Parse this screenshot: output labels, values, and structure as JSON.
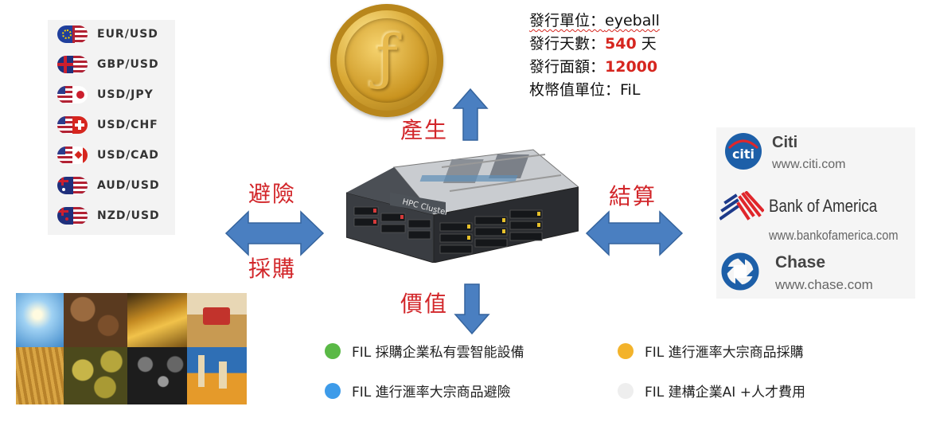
{
  "currencies": [
    {
      "pair": "EUR/USD",
      "icon": "eu-us-flag-icon"
    },
    {
      "pair": "GBP/USD",
      "icon": "uk-us-flag-icon"
    },
    {
      "pair": "USD/JPY",
      "icon": "us-jp-flag-icon"
    },
    {
      "pair": "USD/CHF",
      "icon": "us-ch-flag-icon"
    },
    {
      "pair": "USD/CAD",
      "icon": "us-ca-flag-icon"
    },
    {
      "pair": "AUD/USD",
      "icon": "au-us-flag-icon"
    },
    {
      "pair": "NZD/USD",
      "icon": "nz-us-flag-icon"
    }
  ],
  "coin": {
    "icon": "gold-coin-icon"
  },
  "coin_info": {
    "issuer_label": "發行單位：",
    "issuer_value": "eyeball",
    "days_label": "發行天數：",
    "days_value": "540",
    "days_unit": " 天",
    "amount_label": "發行面額：",
    "amount_value": "12000",
    "unit_label": "枚幣值單位：",
    "unit_value": "FiL"
  },
  "labels": {
    "produce": "產生",
    "hedge": "避險",
    "purchase": "採購",
    "settle": "結算",
    "value": "價值"
  },
  "server": {
    "brand_text": "HPC Cluster",
    "icon": "server-rack-icon"
  },
  "banks": [
    {
      "name": "Citi",
      "url": "www.citi.com",
      "icon": "citi-logo-icon"
    },
    {
      "name": "Bank of America",
      "url": "www.bankofamerica.com",
      "icon": "bank-of-america-logo-icon"
    },
    {
      "name": "Chase",
      "url": "www.chase.com",
      "icon": "chase-logo-icon"
    }
  ],
  "commodities": {
    "icon": "commodities-photo-grid"
  },
  "bullets": [
    {
      "text": "FIL 採購企業私有雲智能設備",
      "color": "#5ab946"
    },
    {
      "text": "FIL 進行滙率大宗商品採購",
      "color": "#f3b32b"
    },
    {
      "text": "FIL 進行滙率大宗商品避險",
      "color": "#3d9be9"
    },
    {
      "text": "FIL 建構企業AI +人才費用",
      "color": "#eeeeee"
    }
  ],
  "colors": {
    "arrow_blue": "#4a7fc1",
    "label_red": "#d2262a"
  }
}
